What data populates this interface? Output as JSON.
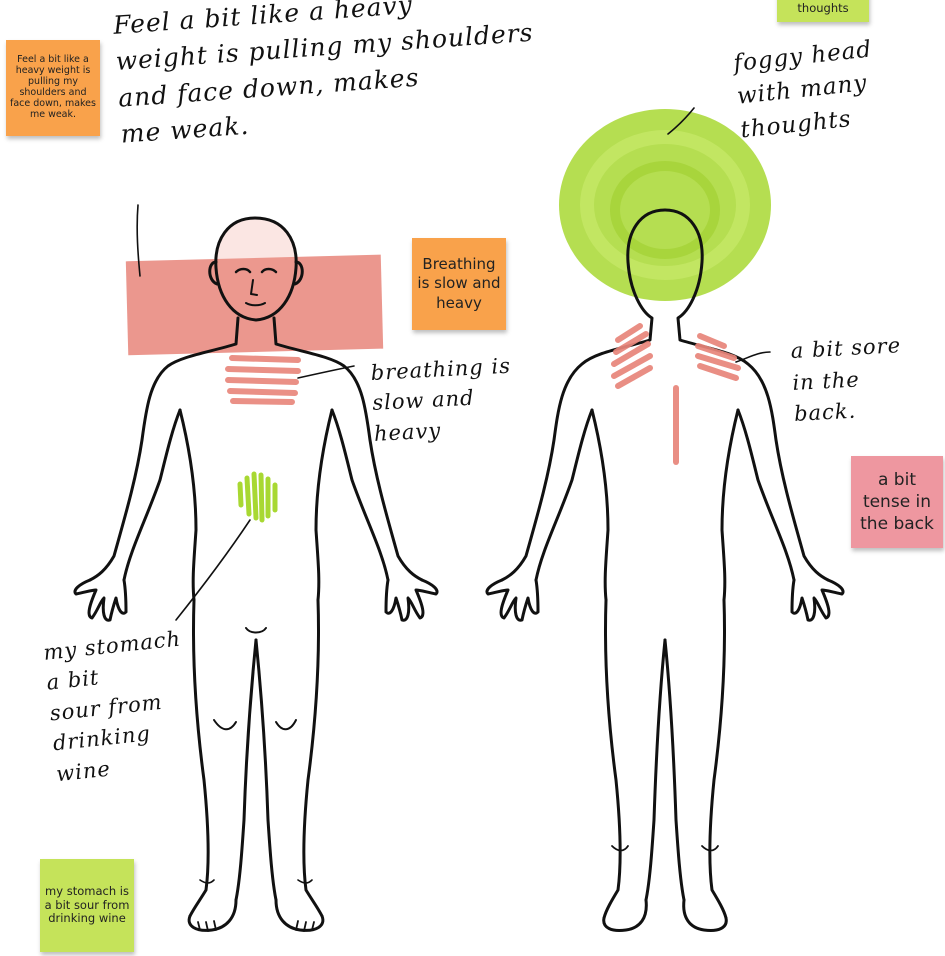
{
  "colors": {
    "red_marker": "#e8857a",
    "green_marker": "#a8d832",
    "orange_note": "#f9a24b",
    "green_note": "#c5e35a",
    "pink_note": "#ee97a0",
    "ink": "#111111"
  },
  "sticky_notes": {
    "heavy_weight": "Feel a bit like a heavy weight is pulling my shoulders and face down, makes me weak.",
    "breathing": "Breathing is slow and heavy",
    "back": "a bit tense in the back",
    "stomach": "my stomach is a bit sour from drinking wine",
    "thoughts": "thoughts"
  },
  "handwriting": {
    "heavy_weight": "Feel a bit like a heavy\nweight is pulling my shoulders\nand face down, makes\nme weak.",
    "foggy_head": "foggy head\nwith many\nthoughts",
    "breathing": "breathing is\nslow and\nheavy",
    "back": "a bit sore\nin the\nback.",
    "stomach": "my stomach\na bit\nsour from\ndrinking\nwine"
  }
}
